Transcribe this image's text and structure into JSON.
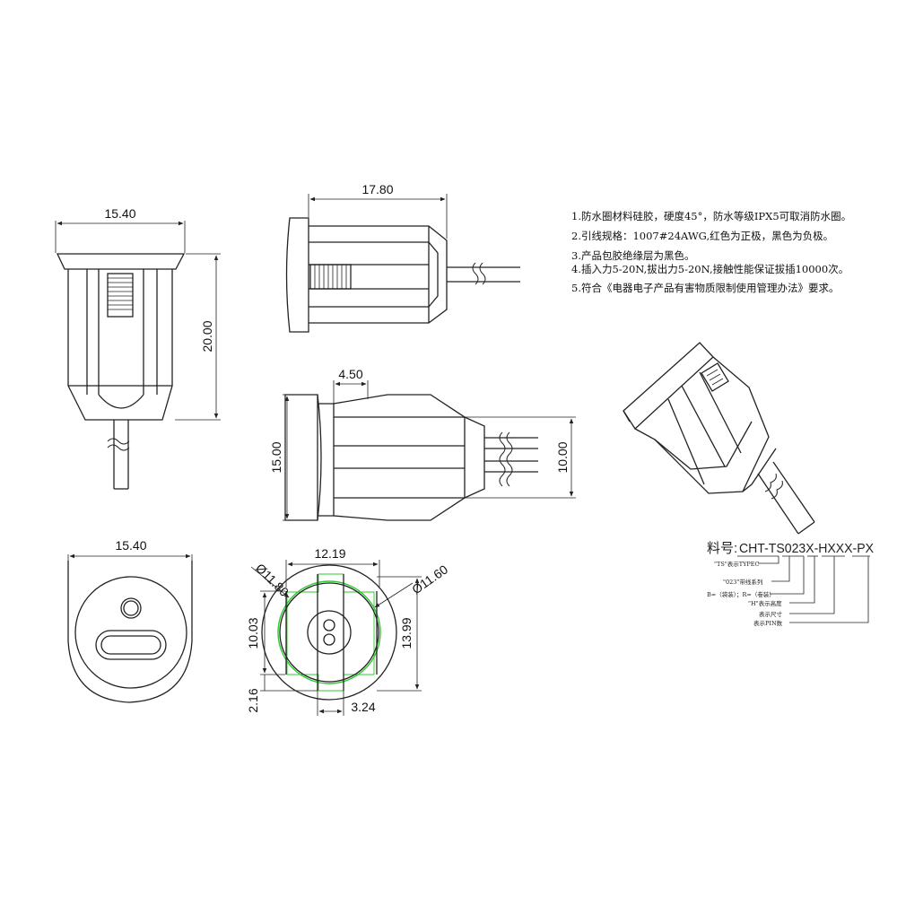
{
  "views": {
    "front": {
      "width": "15.40",
      "height": "20.00"
    },
    "side": {
      "length": "17.80"
    },
    "top": {
      "offset": "4.50",
      "height": "15.00",
      "wire_span": "10.00"
    },
    "bottom": {
      "width": "15.40"
    },
    "section": {
      "top_width": "12.19",
      "dia_outer": "Ø11.80",
      "dia_inner": "Ø11.60",
      "left_height": "10.03",
      "right_height": "13.99",
      "bottom_left": "2.16",
      "bottom_width": "3.24"
    }
  },
  "notes": [
    "1.防水圈材料硅胶，硬度45°，防水等级IPX5可取消防水圈。",
    "2.引线规格：1007#24AWG,红色为正极，黑色为负极。",
    "3.产品包胶绝缘层为黑色。",
    "4.插入力5-20N,拔出力5-20N,接触性能保证拔插10000次。",
    "5.符合《电器电子产品有害物质限制使用管理办法》要求。"
  ],
  "part_number": {
    "prefix": "料号:",
    "code": "CHT-TS023X-HXXX-PX",
    "legend": [
      "\"TS\"表示TYPEC",
      "\"023\"带线系列",
      "B=（袋装）；R=（卷装）",
      "\"H\"表示高度",
      "表示尺寸",
      "表示PIN数"
    ]
  },
  "colors": {
    "line": "#222222",
    "highlight": "#2ec92e",
    "hatch": "#555555"
  }
}
